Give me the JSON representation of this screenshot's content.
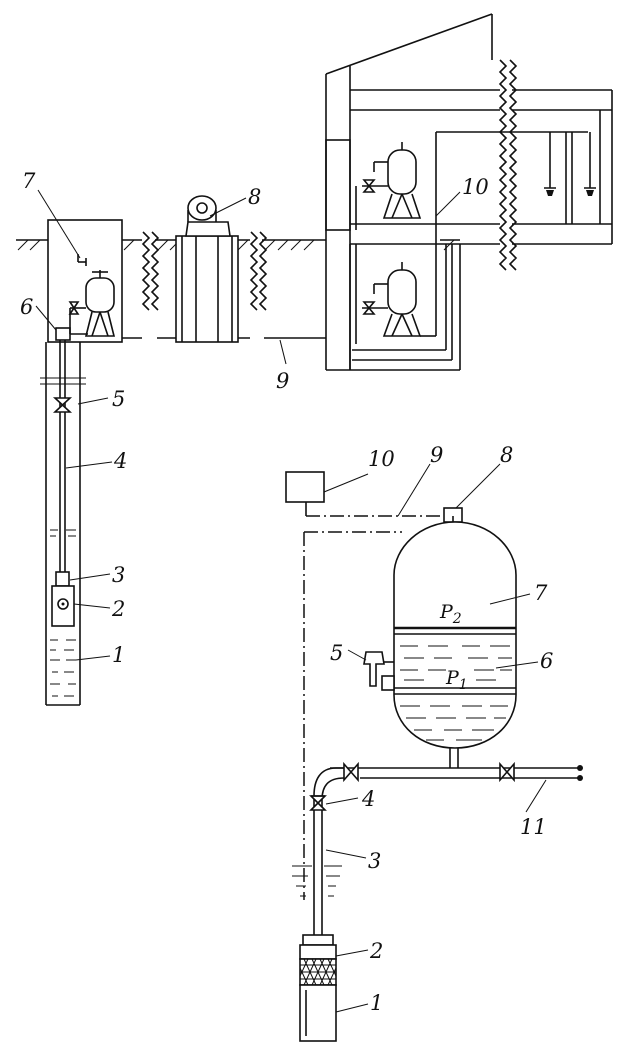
{
  "figure_top": {
    "labels": {
      "l1": "1",
      "l2": "2",
      "l3": "3",
      "l4": "4",
      "l5": "5",
      "l6": "6",
      "l7": "7",
      "l8": "8",
      "l9": "9",
      "l10": "10"
    }
  },
  "figure_bottom": {
    "labels": {
      "l1": "1",
      "l2": "2",
      "l3": "3",
      "l4": "4",
      "l5": "5",
      "l6": "6",
      "l7": "7",
      "l8": "8",
      "l9": "9",
      "l10": "10",
      "l11": "11"
    },
    "pressure_upper": "P",
    "pressure_upper_sub": "2",
    "pressure_lower": "P",
    "pressure_lower_sub": "1"
  }
}
